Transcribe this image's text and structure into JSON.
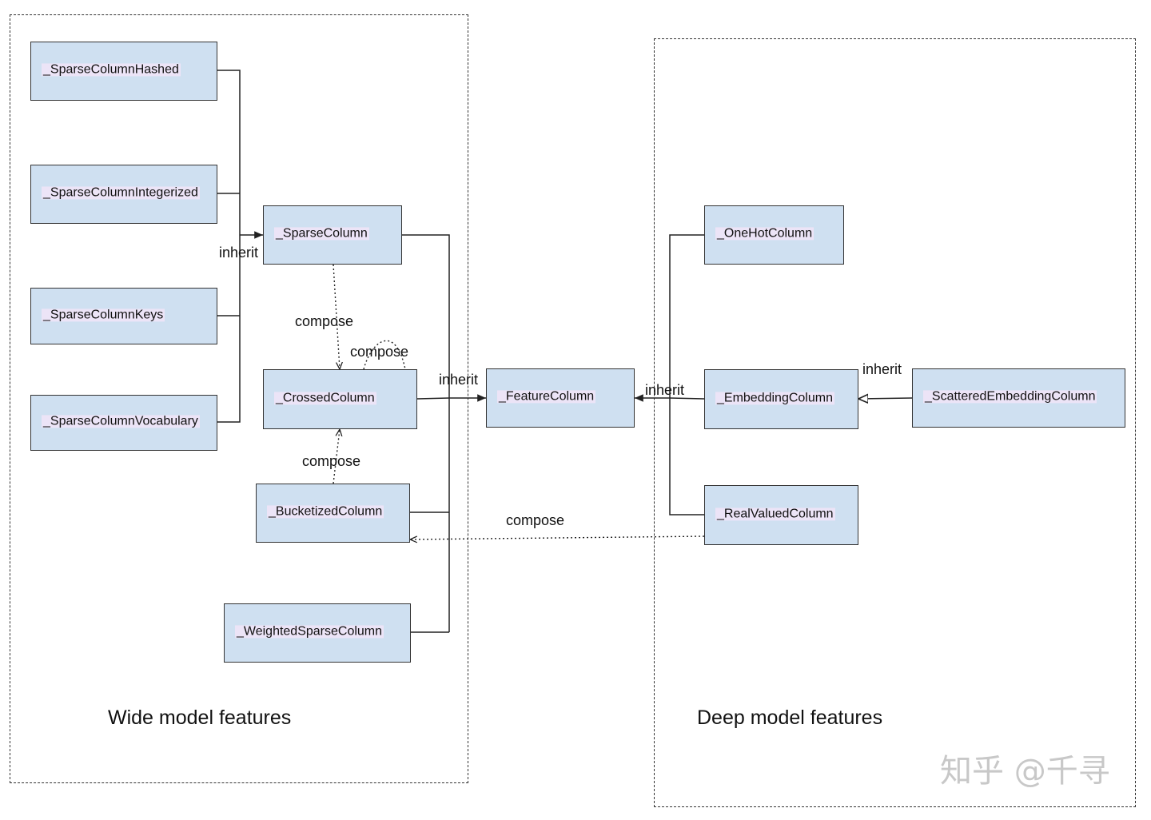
{
  "regions": {
    "wide": {
      "title": "Wide model features"
    },
    "deep": {
      "title": "Deep model features"
    }
  },
  "nodes": {
    "sparse_hashed": "_SparseColumnHashed",
    "sparse_integerized": "_SparseColumnIntegerized",
    "sparse_keys": "_SparseColumnKeys",
    "sparse_vocabulary": "_SparseColumnVocabulary",
    "sparse_column": "_SparseColumn",
    "crossed_column": "_CrossedColumn",
    "bucketized_column": "_BucketizedColumn",
    "weighted_sparse_column": "_WeightedSparseColumn",
    "feature_column": "_FeatureColumn",
    "onehot_column": "_OneHotColumn",
    "embedding_column": "_EmbeddingColumn",
    "scattered_embedding_column": "_ScatteredEmbeddingColumn",
    "realvalued_column": "_RealValuedColumn"
  },
  "edge_labels": {
    "inherit_sparse": "inherit",
    "compose_sparse_crossed": "compose",
    "compose_crossed_self": "compose",
    "compose_bucketized_crossed": "compose",
    "inherit_feature_left": "inherit",
    "inherit_feature_right": "inherit",
    "inherit_scattered": "inherit",
    "compose_realvalued_bucketized": "compose"
  },
  "watermark": "知乎 @千寻"
}
